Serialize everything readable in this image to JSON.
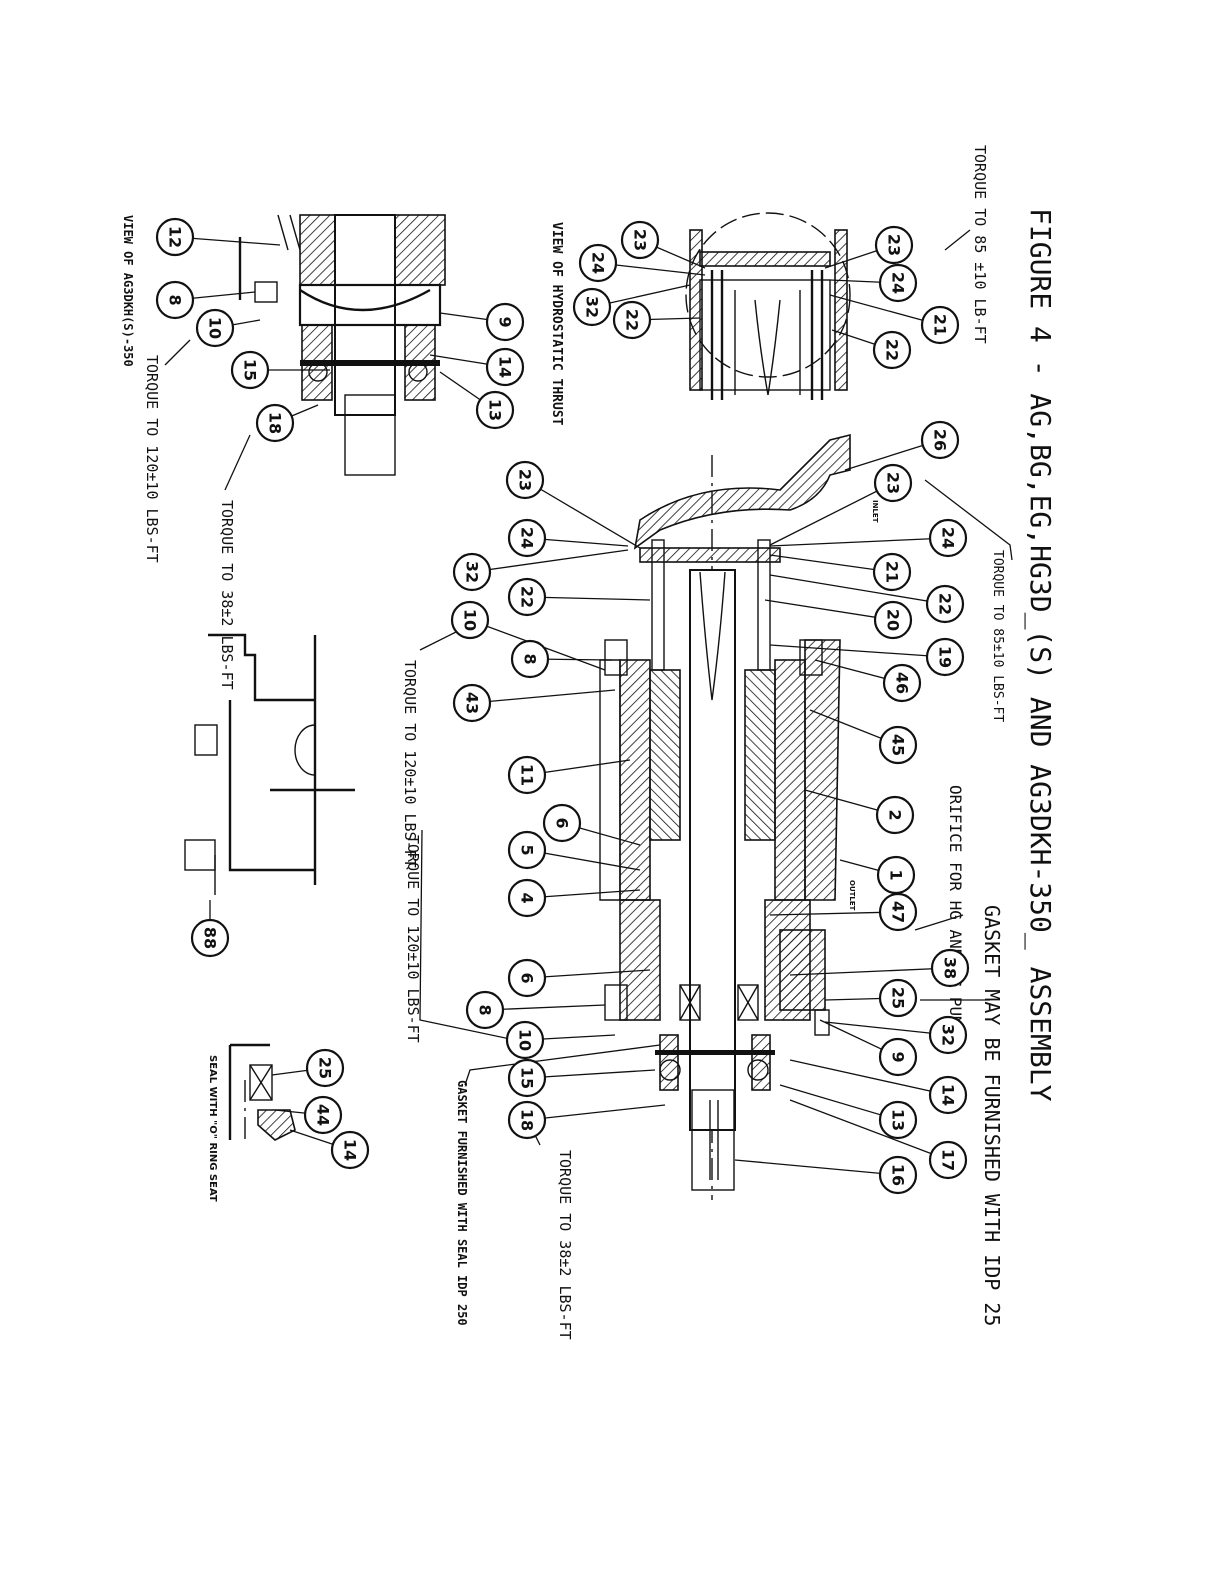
{
  "title": "FIGURE 4 - AG,BG,EG,HG3D_(S) AND AG3DKH-350_ ASSEMBLY",
  "labels": {
    "torque_top": "TORQUE TO 85 ±10 LB-FT",
    "hydrostatic_view": "VIEW OF HYDROSTATIC THRUST",
    "ag3dkh_view": "VIEW OF AG3DKH(S)-350",
    "torque_120_small": "TORQUE TO 120±10 LBS-FT",
    "torque_38_small": "TORQUE TO 38±2 LBS-FT",
    "torque_85_main": "TORQUE TO 85±10 LBS-FT",
    "torque_120_main_a": "TORQUE TO 120±10 LBS-FT",
    "torque_120_main_b": "TORQUE TO 120±10 LBS-FT",
    "torque_38_main": "TORQUE TO 38±2 LBS-FT",
    "orifice_note": "ORIFICE FOR HG AND EG PUMPS",
    "gasket_note": "GASKET MAY BE FURNISHED WITH IDP 25",
    "gasket_seal_note": "GASKET FURNISHED WITH SEAL IDP 250",
    "seal_note": "SEAL WITH \"O\" RING SEAT",
    "inlet": "INLET",
    "outlet": "OUTLET"
  },
  "callouts": {
    "hydrostatic": [
      "23",
      "24",
      "32",
      "22",
      "23",
      "24",
      "21",
      "22"
    ],
    "ag3dkh": [
      "12",
      "8",
      "10",
      "9",
      "14",
      "15",
      "13",
      "18"
    ],
    "main": [
      "26",
      "23",
      "24",
      "21",
      "22",
      "20",
      "19",
      "46",
      "45",
      "2",
      "1",
      "47",
      "38",
      "25",
      "32",
      "9",
      "14",
      "13",
      "17",
      "16",
      "23",
      "24",
      "32",
      "22",
      "10",
      "8",
      "43",
      "11",
      "6",
      "5",
      "4",
      "6",
      "8",
      "10",
      "15",
      "18"
    ],
    "seal": [
      "25",
      "44",
      "14"
    ],
    "misc": [
      "88"
    ]
  }
}
